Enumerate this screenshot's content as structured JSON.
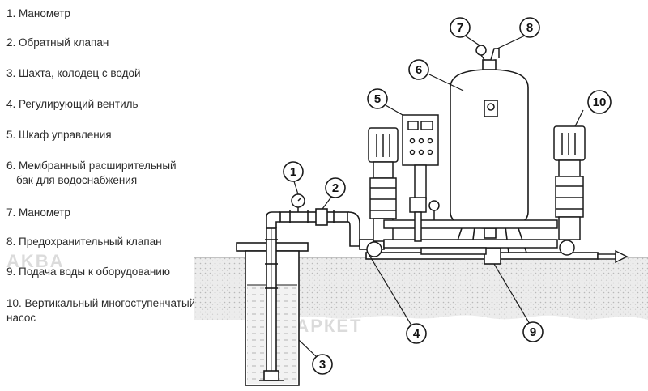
{
  "legend": [
    "1. Манометр",
    "2. Обратный клапан",
    "3. Шахта, колодец с водой",
    "4. Регулирующий вентиль",
    "5. Шкаф управления",
    "6. Мембранный расширительный",
    "7. Манометр",
    "8. Предохранительный клапан",
    "9. Подача воды к оборудованию",
    "10. Вертикальный многоступенчатый"
  ],
  "legend_continuations": {
    "item6": "бак для водоснабжения",
    "item10": "насос"
  },
  "callouts": [
    "1",
    "2",
    "3",
    "4",
    "5",
    "6",
    "7",
    "8",
    "9",
    "10"
  ],
  "watermark": {
    "text1": "AKBA",
    "text2": "МАРКЕТ"
  },
  "colors": {
    "line": "#1a1a1a",
    "ground": "#d6d6d6",
    "water": "#e9e9e9",
    "text": "#2b2b2b"
  }
}
